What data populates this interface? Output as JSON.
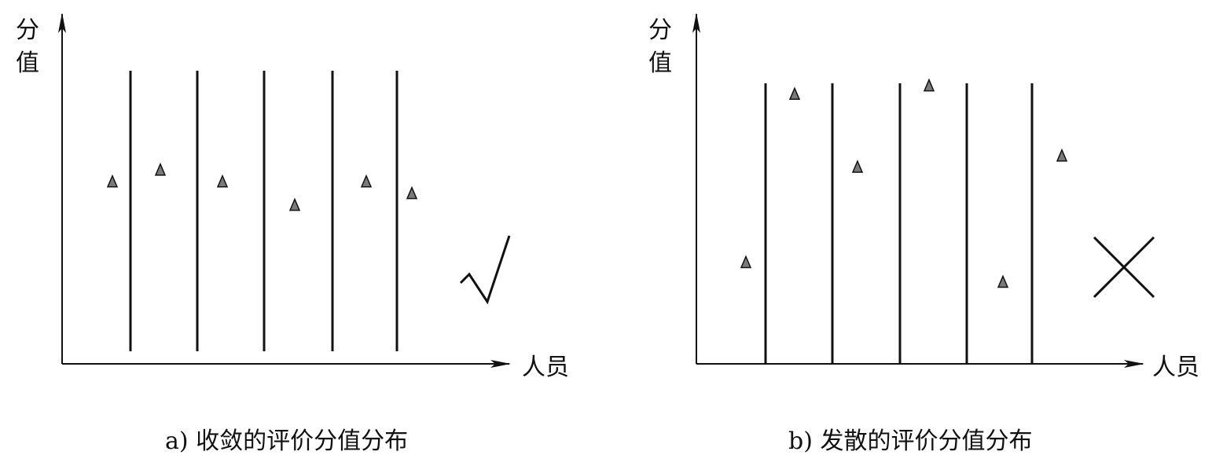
{
  "panels": [
    {
      "id": "a",
      "y_label": "分值",
      "x_label": "人员",
      "caption": "a) 收敛的评价分值分布",
      "mark": "check",
      "points": [
        0.62,
        0.66,
        0.62,
        0.54,
        0.62,
        0.58
      ]
    },
    {
      "id": "b",
      "y_label": "分值",
      "x_label": "人员",
      "caption": "b) 发散的评价分值分布",
      "mark": "cross",
      "points": [
        0.36,
        0.96,
        0.7,
        0.99,
        0.29,
        0.74
      ]
    }
  ],
  "colors": {
    "line": "#111111",
    "marker_fill": "#7a7a7a"
  },
  "icons": {
    "check": "check-mark-icon",
    "cross": "cross-mark-icon",
    "marker": "triangle-marker-icon"
  }
}
